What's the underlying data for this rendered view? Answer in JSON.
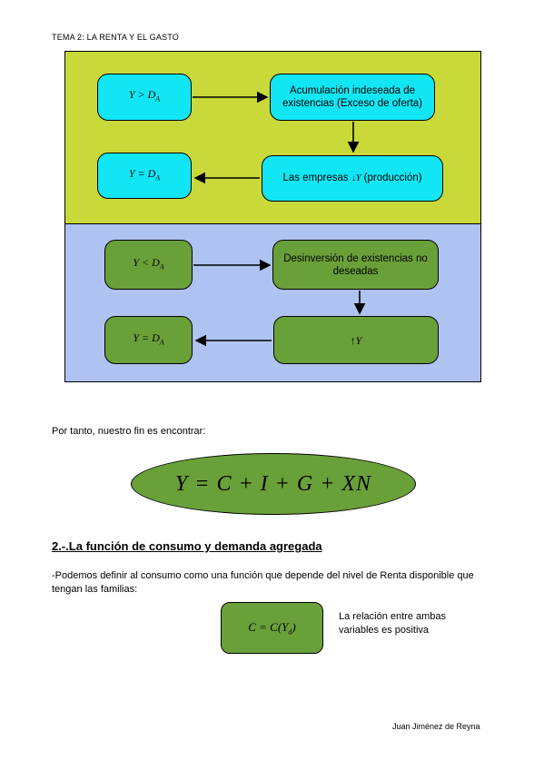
{
  "header": {
    "title": "TEMA 2: LA RENTA Y EL GASTO"
  },
  "diagram": {
    "top": {
      "box1": "Y > D",
      "box1_sub": "A",
      "box2": "Acumulación indeseada de existencias (Exceso de oferta)",
      "box3": "Y = D",
      "box3_sub": "A",
      "box4_pre": "Las empresas",
      "box4_mid": "↓Y",
      "box4_post": "(producción)"
    },
    "bottom": {
      "box1": "Y < D",
      "box1_sub": "A",
      "box2": "Desinversión de existencias no deseadas",
      "box3": "Y = D",
      "box3_sub": "A",
      "box4": "↑Y"
    },
    "colors": {
      "top_bg": "#c9d93a",
      "bottom_bg": "#afc3f2",
      "cyan": "#12e6f4",
      "green": "#6aa03a"
    }
  },
  "intro": "Por tanto, nuestro fin es encontrar:",
  "equation": "Y = C + I + G + XN",
  "section": {
    "title": "2.-.La función de consumo y demanda agregada"
  },
  "paragraph": "-Podemos definir al consumo como una función que depende del nivel de Renta disponible que tengan las familias:",
  "consumption": {
    "formula": "C = C(Y",
    "formula_sub": "d",
    "formula_end": ")"
  },
  "side_note": "La relación entre ambas variables es positiva",
  "footer": {
    "author": "Juan Jiménez de Reyna"
  }
}
